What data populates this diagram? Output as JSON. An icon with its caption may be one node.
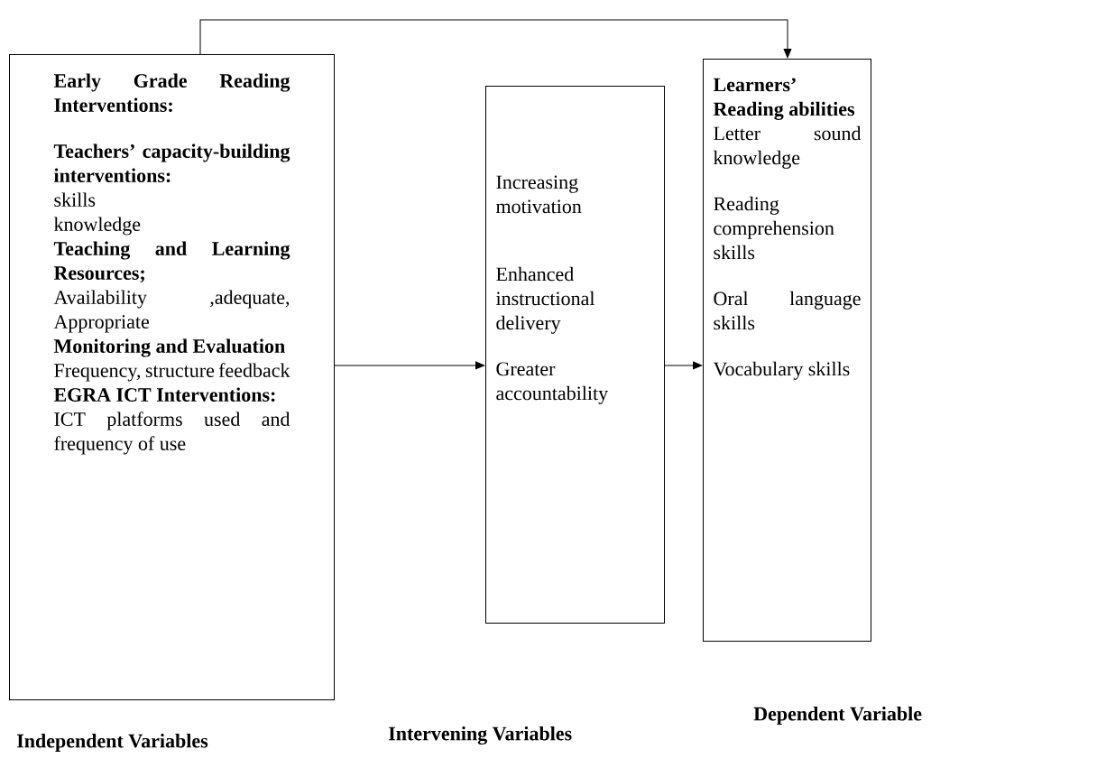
{
  "diagram": {
    "nodes": [
      {
        "text": [
          "Early Grade Reading Interventions:",
          "Teachers’ capacity-building interventions:",
          "skills",
          "knowledge",
          "Teaching and Learning Resources;",
          "Availability ,adequate, Appropriate",
          "Monitoring and Evaluation",
          "Frequency, structure feedback",
          "EGRA ICT Interventions:",
          "ICT platforms used and frequency of use"
        ],
        "beside": [
          "Independent Variables"
        ]
      },
      {
        "text": [
          "Increasing motivation",
          "Enhanced instructional delivery",
          "Greater accountability"
        ]
      },
      {
        "text": [
          "Learners’ Reading abilities",
          "Letter sound knowledge",
          "Reading comprehension skills",
          "Oral language skills",
          "Vocabulary skills"
        ],
        "beside": [
          "Dependent Variable"
        ]
      }
    ],
    "edges": [
      {
        "from": 0,
        "to": 2,
        "arrow": "to"
      },
      {
        "from": 0,
        "to": 1,
        "arrow": "to"
      },
      {
        "from": 1,
        "to": 2,
        "arrow": "to"
      }
    ],
    "labels": [
      "Intervening Variables"
    ]
  }
}
